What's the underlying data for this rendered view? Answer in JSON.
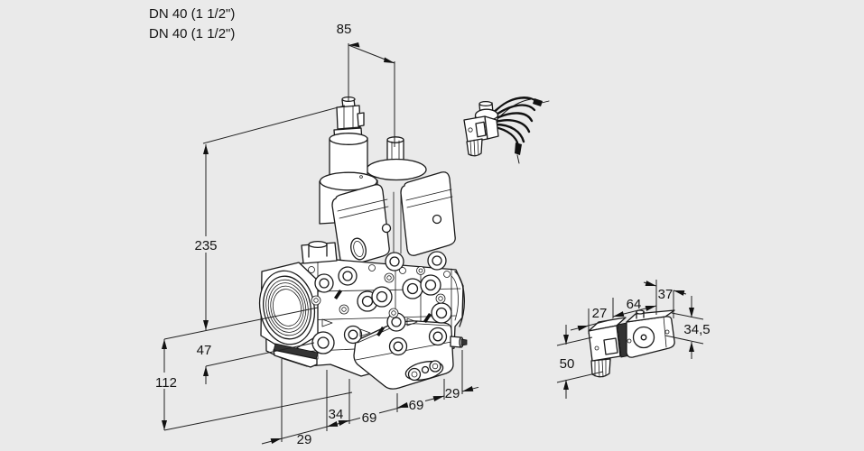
{
  "background_color": "#eaeaea",
  "stroke_color": "#1a1a1a",
  "labels": {
    "port_label_1": "DN 40 (1 1/2\")",
    "port_label_2": "DN 40 (1 1/2\")"
  },
  "dimensions": {
    "actuator_spacing": "85",
    "overall_height": "235",
    "center_to_flange_bottom": "47",
    "center_to_base": "112",
    "chain": [
      "29",
      "34",
      "69",
      "69",
      "29"
    ],
    "side_component": {
      "width": "27",
      "length": "64",
      "depth": "37",
      "body_height": "34,5",
      "coil_height": "50"
    }
  }
}
